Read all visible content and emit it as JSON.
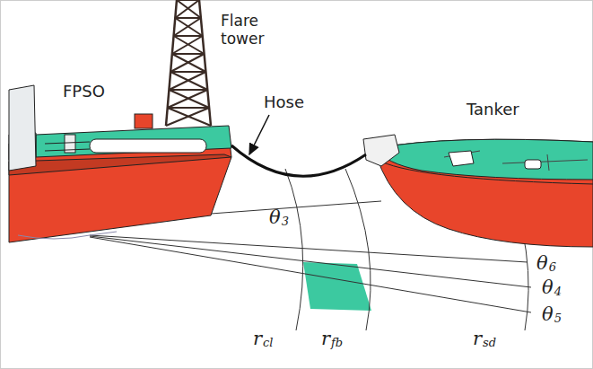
{
  "diagram": {
    "labels": [
      "Flare tower",
      "FPSO",
      "Hose",
      "Tanker",
      "θ3",
      "θ6",
      "θ4",
      "θ5",
      "rcl",
      "rfb",
      "rsd"
    ]
  }
}
